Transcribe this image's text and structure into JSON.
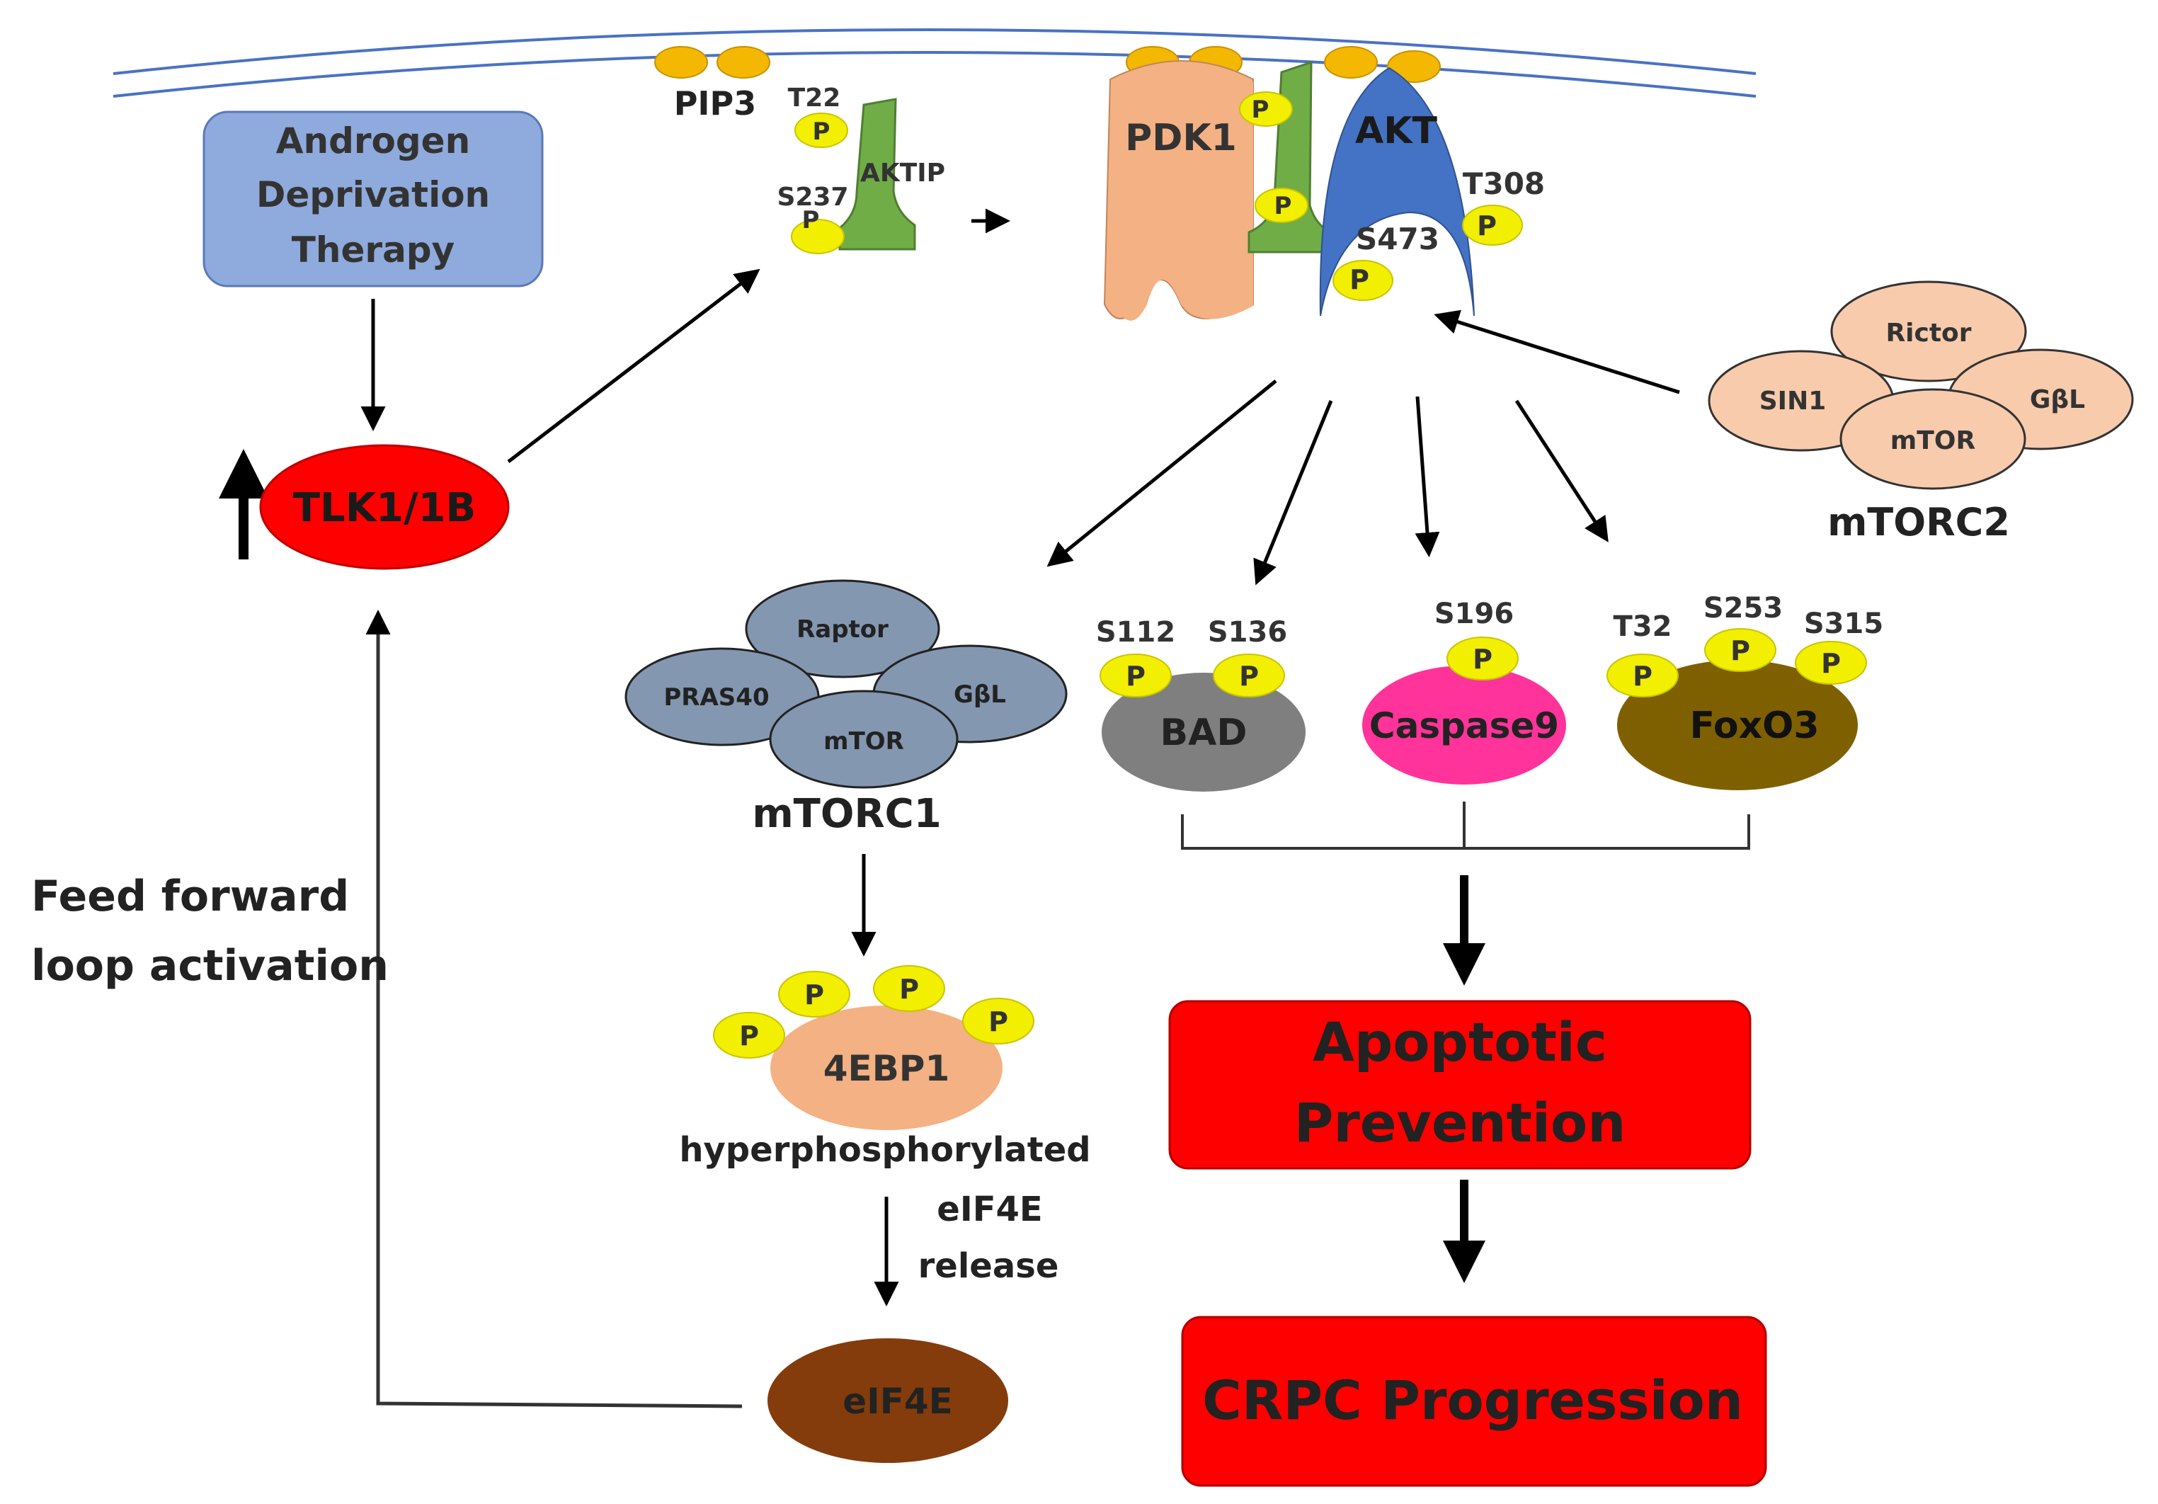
{
  "membrane": {
    "pip3_label": "PIP3"
  },
  "colors": {
    "membrane": "#4a72c4",
    "lipid_head": "#f5b800",
    "phospho": "#f2ef00",
    "adt_box": "#8faadc",
    "tlk": "#ff0000",
    "pdk1": "#f4b183",
    "aktip": "#70ad47",
    "akt": "#4472c4",
    "mtorc_complex": "#8497b0",
    "mtorc2_complex": "#f8cbad",
    "bad": "#7f7f7f",
    "caspase9": "#ff3399",
    "foxo3": "#7f6000",
    "eb4": "#f4b183",
    "eif4e": "#843c0c",
    "outcome_box": "#ff0000"
  },
  "adt": {
    "line1": "Androgen",
    "line2": "Deprivation",
    "line3": "Therapy"
  },
  "tlk": {
    "label": "TLK1/1B",
    "up_arrow_icon": "up-arrow-icon"
  },
  "aktip": {
    "label": "AKTIP",
    "site1": "T22",
    "site2": "S237"
  },
  "phospho_label": "P",
  "pdk1": {
    "label": "PDK1"
  },
  "akt": {
    "label": "AKT",
    "site1": "T308",
    "site2": "S473"
  },
  "mtorc2": {
    "title": "mTORC2",
    "subunits": {
      "rictor": "Rictor",
      "sin1": "SIN1",
      "gbl": "GβL",
      "mtor": "mTOR"
    }
  },
  "mtorc1": {
    "title": "mTORC1",
    "subunits": {
      "raptor": "Raptor",
      "pras40": "PRAS40",
      "gbl": "GβL",
      "mtor": "mTOR"
    }
  },
  "bad": {
    "label": "BAD",
    "site1": "S112",
    "site2": "S136"
  },
  "caspase9": {
    "label": "Caspase9",
    "site1": "S196"
  },
  "foxo3": {
    "label": "FoxO3",
    "site1": "T32",
    "site2": "S253",
    "site3": "S315"
  },
  "eb4": {
    "label": "4EBP1",
    "caption": "hyperphosphorylated"
  },
  "release": {
    "line1": "eIF4E",
    "line2": "release"
  },
  "eif4e": {
    "label": "eIF4E"
  },
  "feedback": {
    "line1": "Feed forward",
    "line2": "loop activation"
  },
  "outcomes": {
    "apoptotic_line1": "Apoptotic",
    "apoptotic_line2": "Prevention",
    "crpc": "CRPC Progression"
  }
}
